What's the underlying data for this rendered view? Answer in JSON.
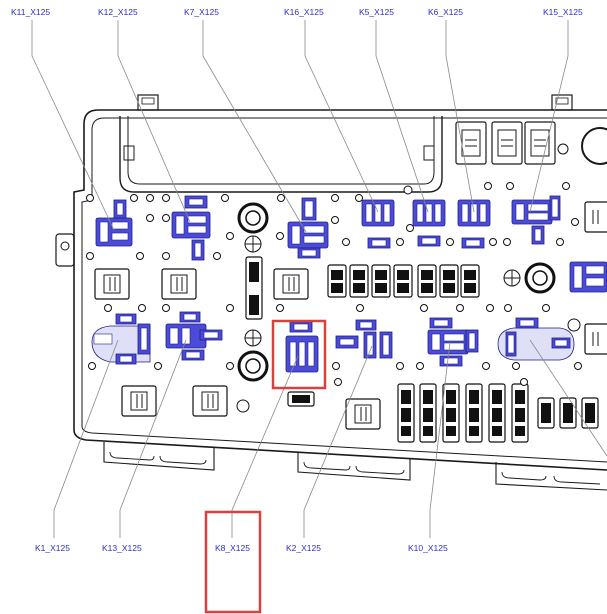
{
  "labels": {
    "k11": "K11_X125",
    "k12": "K12_X125",
    "k7": "K7_X125",
    "k16": "K16_X125",
    "k5": "K5_X125",
    "k6": "K6_X125",
    "k15": "K15_X125",
    "k1": "K1_X125",
    "k13": "K13_X125",
    "k8": "K8_X125",
    "k2": "K2_X125",
    "k10": "K10_X125"
  },
  "highlight": {
    "color": "#d9423a",
    "target": "K8_X125"
  },
  "colors": {
    "relay": "#4b4bd8",
    "label": "#2b2bd6",
    "outline": "#1a1a1a"
  }
}
